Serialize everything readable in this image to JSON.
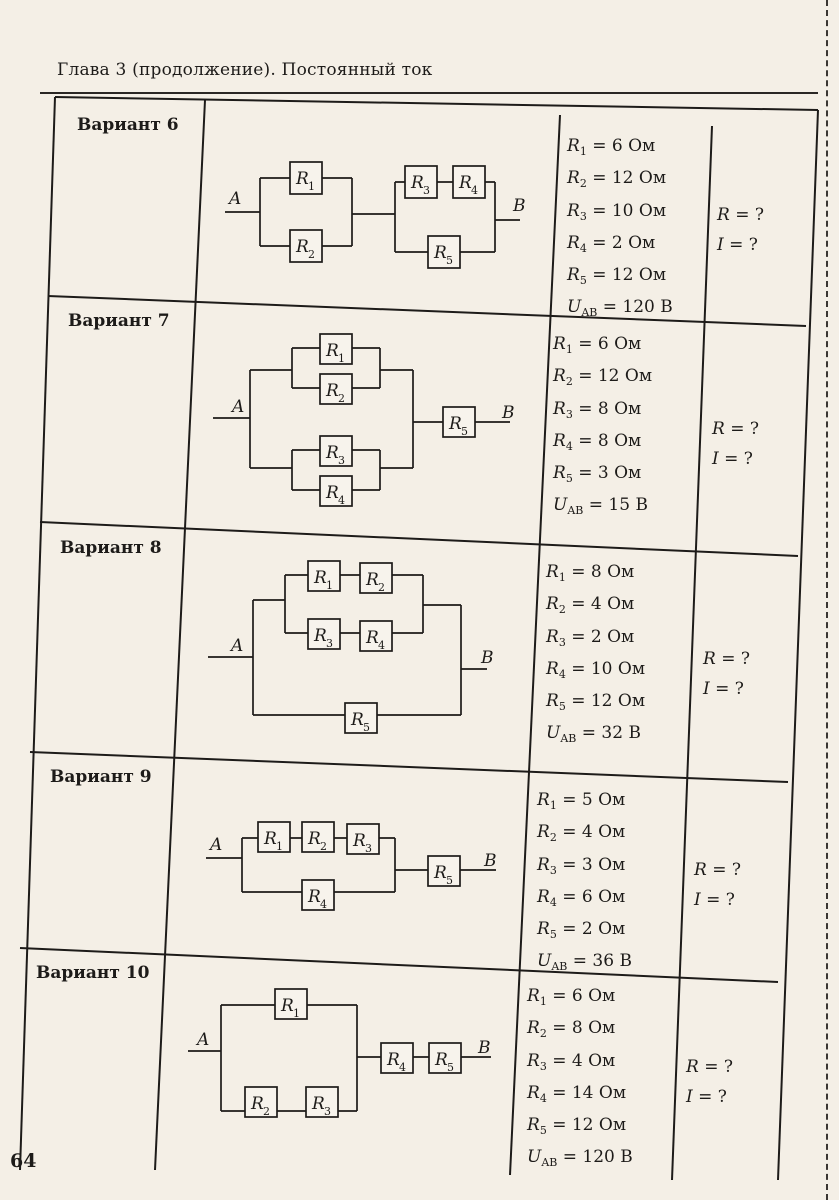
{
  "header": {
    "title": "Глава 3 (продолжение). Постоянный ток"
  },
  "page_number": "64",
  "variants": [
    {
      "label": "Вариант 6",
      "node_a": "A",
      "node_b": "B",
      "resistors": [
        "1",
        "2",
        "3",
        "4",
        "5"
      ],
      "params": [
        {
          "sym": "R",
          "sub": "1",
          "val": " = 6 Ом"
        },
        {
          "sym": "R",
          "sub": "2",
          "val": " = 12 Ом"
        },
        {
          "sym": "R",
          "sub": "3",
          "val": " = 10 Ом"
        },
        {
          "sym": "R",
          "sub": "4",
          "val": " = 2 Ом"
        },
        {
          "sym": "R",
          "sub": "5",
          "val": " = 12 Ом"
        },
        {
          "sym": "U",
          "sub": "AB",
          "val": " = 120 В"
        }
      ],
      "questions": [
        {
          "sym": "R",
          "val": " = ?"
        },
        {
          "sym": "I",
          "val": " = ?"
        }
      ]
    },
    {
      "label": "Вариант 7",
      "node_a": "A",
      "node_b": "B",
      "resistors": [
        "1",
        "2",
        "3",
        "4",
        "5"
      ],
      "params": [
        {
          "sym": "R",
          "sub": "1",
          "val": " = 6 Ом"
        },
        {
          "sym": "R",
          "sub": "2",
          "val": " = 12 Ом"
        },
        {
          "sym": "R",
          "sub": "3",
          "val": " = 8 Ом"
        },
        {
          "sym": "R",
          "sub": "4",
          "val": " = 8 Ом"
        },
        {
          "sym": "R",
          "sub": "5",
          "val": " = 3 Ом"
        },
        {
          "sym": "U",
          "sub": "AB",
          "val": " = 15 В"
        }
      ],
      "questions": [
        {
          "sym": "R",
          "val": " = ?"
        },
        {
          "sym": "I",
          "val": " = ?"
        }
      ]
    },
    {
      "label": "Вариант 8",
      "node_a": "A",
      "node_b": "B",
      "resistors": [
        "1",
        "2",
        "3",
        "4",
        "5"
      ],
      "params": [
        {
          "sym": "R",
          "sub": "1",
          "val": " = 8 Ом"
        },
        {
          "sym": "R",
          "sub": "2",
          "val": " = 4 Ом"
        },
        {
          "sym": "R",
          "sub": "3",
          "val": " = 2 Ом"
        },
        {
          "sym": "R",
          "sub": "4",
          "val": " = 10 Ом"
        },
        {
          "sym": "R",
          "sub": "5",
          "val": " = 12 Ом"
        },
        {
          "sym": "U",
          "sub": "AB",
          "val": " = 32 В"
        }
      ],
      "questions": [
        {
          "sym": "R",
          "val": " = ?"
        },
        {
          "sym": "I",
          "val": " = ?"
        }
      ]
    },
    {
      "label": "Вариант 9",
      "node_a": "A",
      "node_b": "B",
      "resistors": [
        "1",
        "2",
        "3",
        "4",
        "5"
      ],
      "params": [
        {
          "sym": "R",
          "sub": "1",
          "val": " = 5 Ом"
        },
        {
          "sym": "R",
          "sub": "2",
          "val": " = 4 Ом"
        },
        {
          "sym": "R",
          "sub": "3",
          "val": " = 3 Ом"
        },
        {
          "sym": "R",
          "sub": "4",
          "val": " = 6 Ом"
        },
        {
          "sym": "R",
          "sub": "5",
          "val": " = 2 Ом"
        },
        {
          "sym": "U",
          "sub": "AB",
          "val": " = 36 В"
        }
      ],
      "questions": [
        {
          "sym": "R",
          "val": " = ?"
        },
        {
          "sym": "I",
          "val": " = ?"
        }
      ]
    },
    {
      "label": "Вариант 10",
      "node_a": "A",
      "node_b": "B",
      "resistors": [
        "1",
        "2",
        "3",
        "4",
        "5"
      ],
      "params": [
        {
          "sym": "R",
          "sub": "1",
          "val": " = 6 Ом"
        },
        {
          "sym": "R",
          "sub": "2",
          "val": " = 8 Ом"
        },
        {
          "sym": "R",
          "sub": "3",
          "val": " = 4 Ом"
        },
        {
          "sym": "R",
          "sub": "4",
          "val": " = 14 Ом"
        },
        {
          "sym": "R",
          "sub": "5",
          "val": " = 12 Ом"
        },
        {
          "sym": "U",
          "sub": "AB",
          "val": " = 120 В"
        }
      ],
      "questions": [
        {
          "sym": "R",
          "val": " = ?"
        },
        {
          "sym": "I",
          "val": " = ?"
        }
      ]
    }
  ]
}
